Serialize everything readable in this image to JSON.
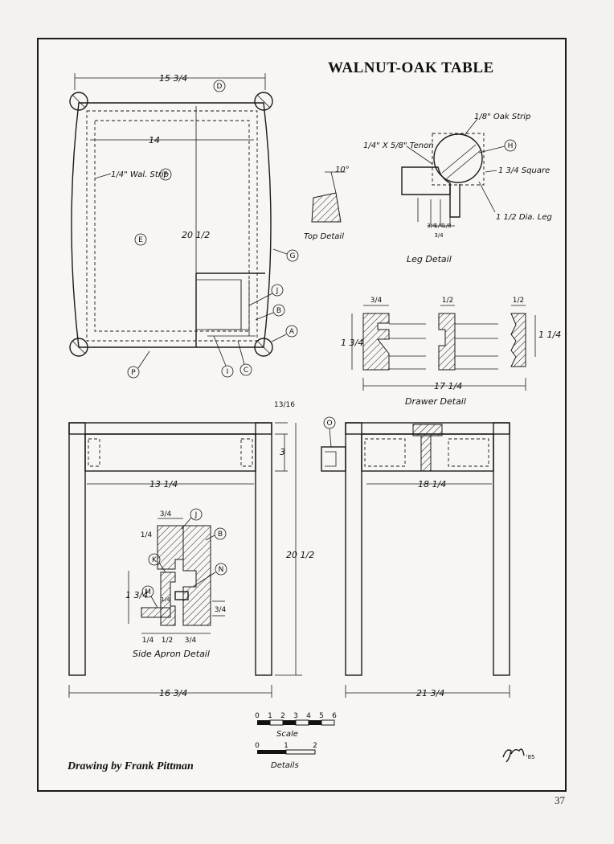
{
  "title": "WALNUT-OAK TABLE",
  "credit": "Drawing by Frank Pittman",
  "page_number": "37",
  "signature_year": "'85",
  "callouts": [
    "A",
    "B",
    "C",
    "D",
    "E",
    "F",
    "G",
    "H",
    "I",
    "J",
    "K",
    "M",
    "N",
    "O",
    "P"
  ],
  "top_view": {
    "width_dim": "15 3/4",
    "inner_dim": "14",
    "length_dim": "20 1/2",
    "strip_label": "1/4\" Wal. Strip"
  },
  "leg_detail": {
    "caption": "Leg Detail",
    "oak_strip": "1/8\" Oak Strip",
    "tenon": "1/4\" X 5/8\" Tenon",
    "square": "1 3/4 Square",
    "leg": "1 1/2 Dia. Leg",
    "dims": [
      "3/4",
      "1/4",
      "1/8",
      "3/4"
    ]
  },
  "top_detail": {
    "caption": "Top Detail",
    "angle": "10°"
  },
  "drawer_detail": {
    "caption": "Drawer Detail",
    "dims": [
      "3/4",
      "1/2",
      "1/2",
      "1 3/4",
      "1 1/4",
      "17 1/4"
    ]
  },
  "front_view": {
    "top_dim": "13/16",
    "apron_dim": "3",
    "inner_dim": "13 1/4",
    "height_dim": "20 1/2",
    "width_dim": "16 3/4"
  },
  "side_apron_detail": {
    "caption": "Side Apron Detail",
    "dims": [
      "3/4",
      "1/4",
      "1 3/4",
      "1/4",
      "3/4",
      "1/4",
      "1/2",
      "3/4"
    ]
  },
  "side_view": {
    "inner_dim": "18 1/4",
    "width_dim": "21 3/4"
  },
  "scale": {
    "label": "Scale",
    "ticks": [
      "0",
      "1",
      "2",
      "3",
      "4",
      "5",
      "6"
    ],
    "details_label": "Details",
    "details_ticks": [
      "0",
      "1",
      "2"
    ]
  }
}
